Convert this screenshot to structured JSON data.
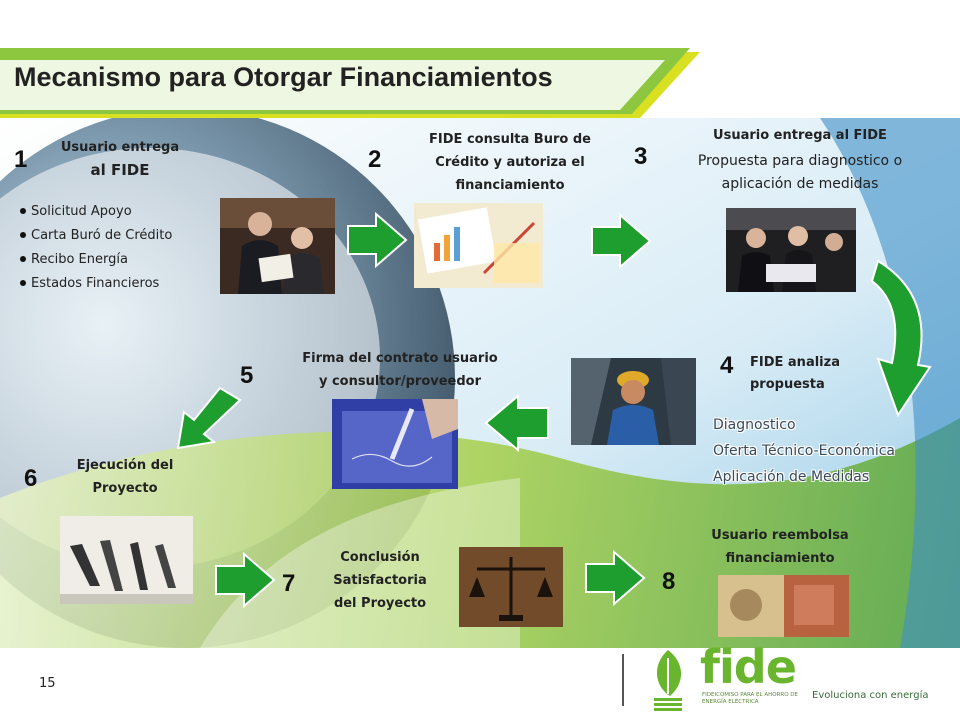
{
  "title": "Mecanismo para Otorgar Financiamientos",
  "colors": {
    "accent_green": "#8dc63f",
    "arrow_green": "#1e9e2e",
    "band_yellow": "#d9e021"
  },
  "steps": [
    {
      "number": "1",
      "label_line1": "Usuario entrega",
      "label_line2": "al FIDE",
      "items": [
        "Solicitud  Apoyo",
        "Carta Buró de Crédito",
        "Recibo Energía",
        "Estados Financieros"
      ]
    },
    {
      "number": "2",
      "label": [
        "FIDE  consulta  Buro de",
        "Crédito y autoriza el",
        "financiamiento"
      ]
    },
    {
      "number": "3",
      "label_bold": "Usuario entrega al FIDE",
      "label_normal": [
        "Propuesta para diagnostico o",
        "aplicación de medidas"
      ]
    },
    {
      "number": "4",
      "label": [
        "FIDE analiza",
        "propuesta"
      ],
      "items": [
        "Diagnostico",
        "Oferta Técnico-Económica",
        "Aplicación de Medidas"
      ]
    },
    {
      "number": "5",
      "label": [
        "Firma del contrato  usuario",
        "y  consultor/proveedor"
      ]
    },
    {
      "number": "6",
      "label": [
        "Ejecución del",
        "Proyecto"
      ]
    },
    {
      "number": "7",
      "label": [
        "Conclusión",
        "Satisfactoria",
        "del Proyecto"
      ]
    },
    {
      "number": "8",
      "label": [
        "Usuario  reembolsa",
        "financiamiento"
      ]
    }
  ],
  "page_number": "15",
  "logo": {
    "text": "fide",
    "subtitle": "FIDEICOMISO PARA EL AHORRO DE ENERGÍA ELÉCTRICA",
    "slogan": "Evoluciona con energía"
  }
}
